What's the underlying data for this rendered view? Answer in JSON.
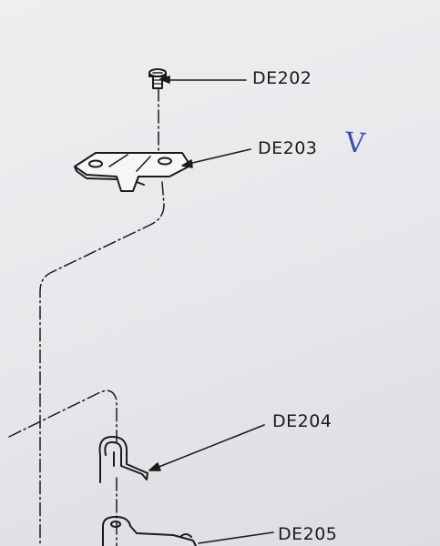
{
  "callouts": [
    {
      "id": "DE202",
      "label": "DE202",
      "part": "screw"
    },
    {
      "id": "DE203",
      "label": "DE203",
      "part": "hinge-bracket"
    },
    {
      "id": "DE204",
      "label": "DE204",
      "part": "wire-clip"
    },
    {
      "id": "DE205",
      "label": "DE205",
      "part": "arm-bracket"
    }
  ],
  "annotation": {
    "check": "V",
    "color": "#3c4fb0"
  },
  "colors": {
    "ink": "#1b1b1b",
    "paper": "#e9eaec"
  }
}
